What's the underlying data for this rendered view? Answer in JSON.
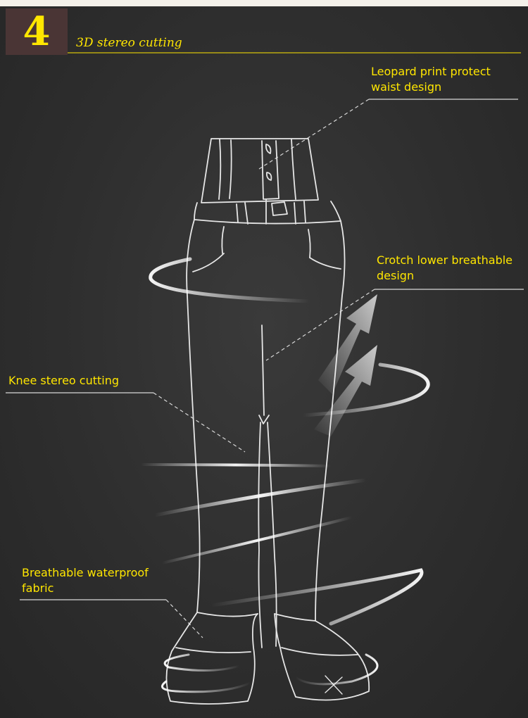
{
  "header": {
    "section_number": "4",
    "section_title": "3D stereo cutting"
  },
  "callouts": [
    {
      "lines": [
        "Leopard print protect",
        "waist design"
      ]
    },
    {
      "lines": [
        "Crotch lower breathable",
        "design"
      ]
    },
    {
      "lines": [
        "Knee stereo cutting"
      ]
    },
    {
      "lines": [
        "Breathable waterproof",
        "fabric"
      ]
    }
  ],
  "colors": {
    "background": "#2e2e2e",
    "accent": "#ffe600",
    "badge": "#4a3535",
    "sketch": "#e8e8e8"
  }
}
